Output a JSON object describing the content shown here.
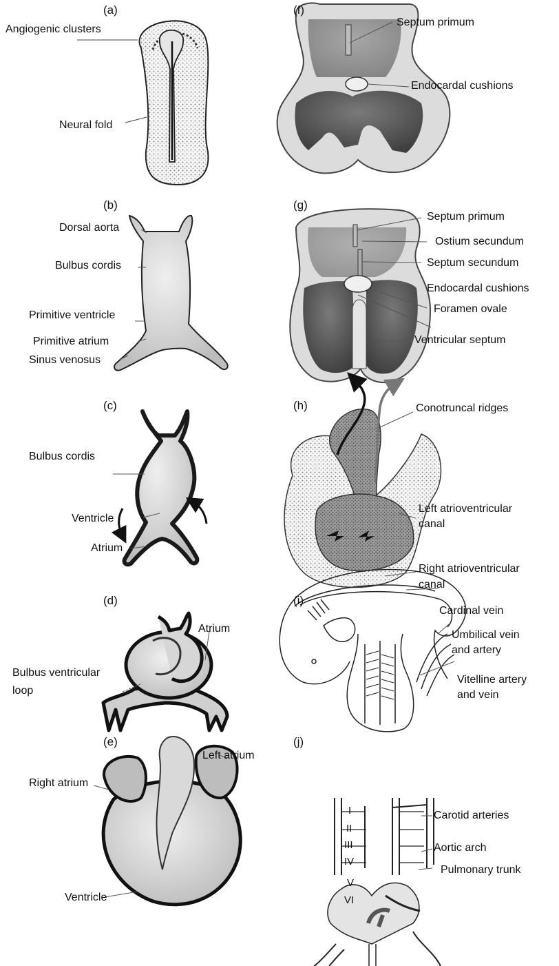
{
  "panels": {
    "a": {
      "letter": "(a)",
      "labels": {
        "angiogenic": "Angiogenic clusters",
        "neural": "Neural fold"
      }
    },
    "b": {
      "letter": "(b)",
      "labels": {
        "dorsal": "Dorsal aorta",
        "bulbus": "Bulbus cordis",
        "pventricle": "Primitive ventricle",
        "patrium": "Primitive  atrium",
        "sinus": "Sinus venosus"
      }
    },
    "c": {
      "letter": "(c)",
      "labels": {
        "bulbus": "Bulbus cordis",
        "ventricle": "Ventricle",
        "atrium": "Atrium"
      }
    },
    "d": {
      "letter": "(d)",
      "labels": {
        "atrium": "Atrium",
        "loop1": "Bulbus ventricular",
        "loop2": "loop"
      }
    },
    "e": {
      "letter": "(e)",
      "labels": {
        "latrium": "Left atrium",
        "ratrium": "Right atrium",
        "ventricle": "Ventricle"
      }
    },
    "f": {
      "letter": "(f)",
      "labels": {
        "septum": "Septum primum",
        "cushions": "Endocardal  cushions"
      }
    },
    "g": {
      "letter": "(g)",
      "labels": {
        "sprimum": "Septum primum",
        "ostium": "Ostium secundum",
        "ssecundum": "Septum secundum",
        "cushions": "Endocardal  cushions",
        "foramen": "Foramen ovale",
        "vseptum": "Ventricular septum"
      }
    },
    "h": {
      "letter": "(h)",
      "labels": {
        "conotruncal": "Conotruncal ridges",
        "lav1": "Left atrioventricular",
        "lav2": "canal",
        "rav1": "Right atrioventricular",
        "rav2": "canal"
      }
    },
    "i": {
      "letter": "(i)",
      "labels": {
        "cardinal": "Cardinal vein",
        "umb1": "Umbilical vein",
        "umb2": "and artery",
        "vit1": "Vitelline artery",
        "vit2": "and vein"
      }
    },
    "j": {
      "letter": "(j)",
      "labels": {
        "carotid": "Carotid arteries",
        "aortic": "Aortic arch",
        "pulmonary": "Pulmonary trunk"
      },
      "arches": [
        "I",
        "II",
        "III",
        "IV",
        "V",
        "VI"
      ]
    }
  }
}
